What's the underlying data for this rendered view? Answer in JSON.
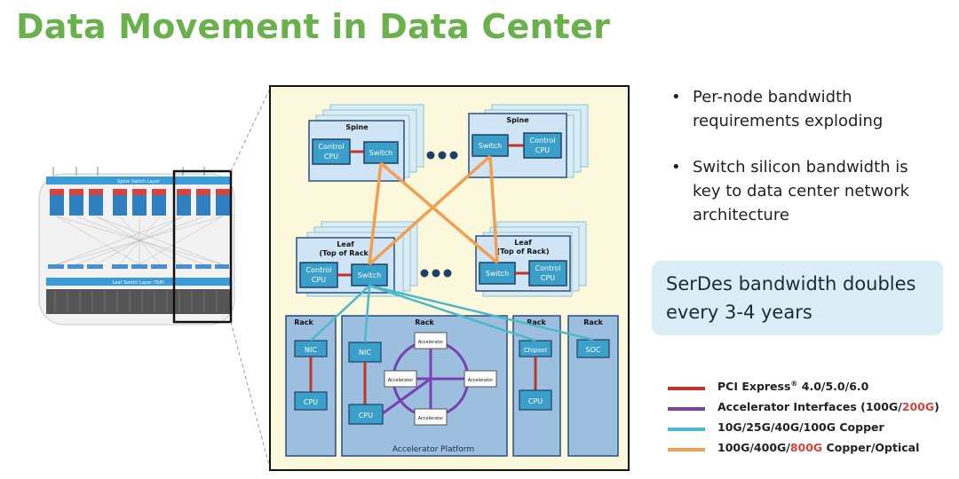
{
  "title": "Data Movement in Data Center",
  "thumbnail": {
    "spine_layer": "Spine Switch Layer",
    "leaf_layer": "Leaf Switch Layer (ToR)"
  },
  "diagram": {
    "spine_title": "Spine",
    "leaf_title_1": "Leaf",
    "leaf_title_2": "(Top of Rack)",
    "switch": "Switch",
    "control_cpu_1": "Control",
    "control_cpu_2": "CPU",
    "rack": "Rack",
    "nic": "NIC",
    "cpu": "CPU",
    "chipset": "Chipset",
    "soc": "SOC",
    "accelerator": "Accelerator",
    "accelerator_platform": "Accelerator Platform"
  },
  "bullets": [
    {
      "lines": [
        "Per-node bandwidth",
        "requirements exploding"
      ]
    },
    {
      "lines": [
        "Switch silicon bandwidth is",
        "key to data center network",
        "architecture"
      ]
    }
  ],
  "callout": [
    "SerDes bandwidth doubles",
    "every 3-4 years"
  ],
  "legend": [
    {
      "color": "#c0352b",
      "parts": [
        "PCI Express",
        "®",
        " 4.0/5.0/6.0"
      ],
      "red": ""
    },
    {
      "color": "#7b3fb0",
      "parts": [
        "Accelerator Interfaces (100G/",
        "",
        ")"
      ],
      "red": "200G"
    },
    {
      "color": "#4bb8c9",
      "parts": [
        "10G/25G/40G/100G Copper",
        "",
        ""
      ],
      "red": ""
    },
    {
      "color": "#f0a050",
      "parts": [
        "100G/400G/",
        "",
        " Copper/Optical"
      ],
      "red": "800G"
    }
  ],
  "colors": {
    "title": "#6ab04c",
    "orange_link": "#f0a050",
    "cyan_link": "#4bb8c9",
    "purple_link": "#7b3fb0",
    "red_link": "#c0352b"
  }
}
